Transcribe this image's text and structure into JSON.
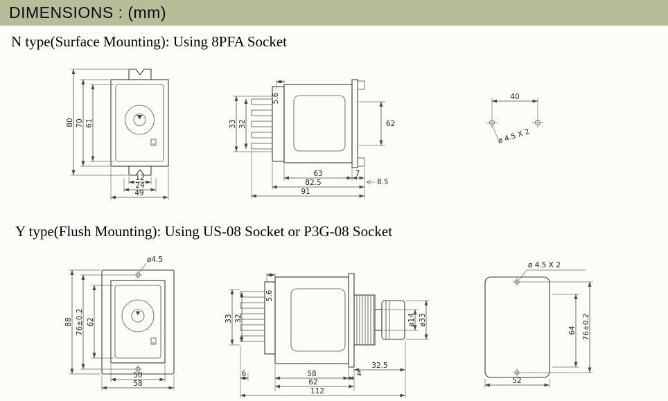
{
  "header": {
    "title": "DIMENSIONS : (mm)",
    "bar_color": "#b7bd99"
  },
  "section_n": {
    "title": "N type(Surface Mounting): Using 8PFA Socket",
    "front": {
      "h_outer": "80",
      "h_body": "70",
      "h_face": "61",
      "w_tab": "12",
      "w_inner": "24",
      "w_body": "49"
    },
    "side": {
      "h_pins": "33",
      "h_inner": "32",
      "depth_front": "5.6",
      "h_right": "62",
      "d_body": "63",
      "d_flange": "7",
      "d_offset": "8.5",
      "d_mid": "82.5",
      "d_total": "91"
    },
    "holes": {
      "spacing": "40",
      "note": "ø 4.5 X 2"
    }
  },
  "section_y": {
    "title": "Y type(Flush Mounting): Using US-08 Socket or P3G-08 Socket",
    "front": {
      "screw_dia": "ø4.5",
      "h_outer": "88",
      "h_screws": "76±0.2",
      "h_face": "62",
      "w_body": "50",
      "w_flange": "58"
    },
    "side": {
      "h_pins": "33",
      "h_inner": "32",
      "depth_front": "5.6",
      "dia_shaft": "ø14",
      "dia_knob": "ø33",
      "d_knob": "32.5",
      "d_pins": "6",
      "d_body": "58",
      "d_gap": "4",
      "d_mid": "62",
      "d_total": "112"
    },
    "cutout": {
      "note": "ø 4.5 X 2",
      "h_side": "64",
      "h_screws": "76±0.2",
      "w": "52"
    }
  }
}
